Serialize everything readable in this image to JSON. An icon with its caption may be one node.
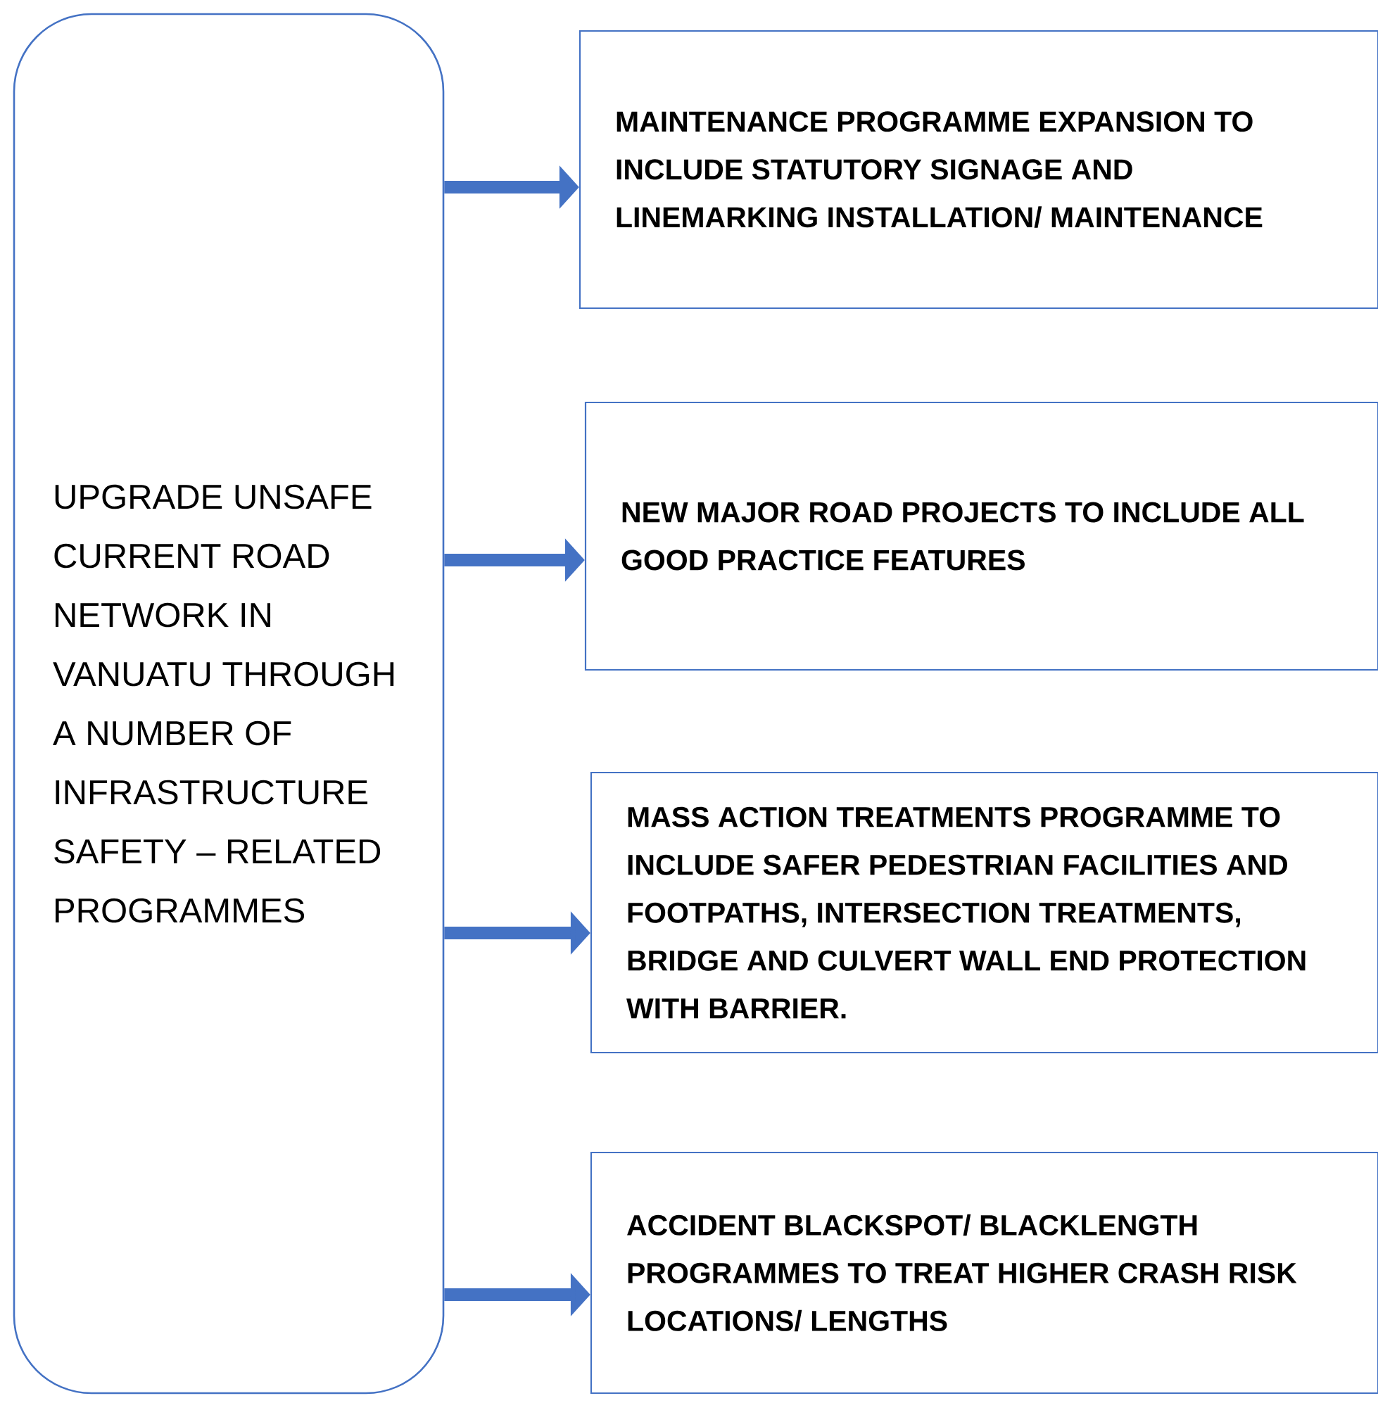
{
  "diagram": {
    "nodes": [
      {
        "text": [
          "UPGRADE UNSAFE CURRENT ROAD NETWORK IN VANUATU THROUGH A NUMBER OF INFRASTRUCTURE SAFETY – RELATED PROGRAMMES"
        ]
      },
      {
        "text": [
          "MAINTENANCE PROGRAMME EXPANSION TO INCLUDE STATUTORY SIGNAGE AND LINEMARKING INSTALLATION/ MAINTENANCE"
        ]
      },
      {
        "text": [
          "NEW MAJOR ROAD PROJECTS TO INCLUDE ALL GOOD PRACTICE FEATURES"
        ]
      },
      {
        "text": [
          "MASS ACTION TREATMENTS PROGRAMME TO INCLUDE SAFER PEDESTRIAN FACILITIES AND FOOTPATHS, INTERSECTION TREATMENTS, BRIDGE AND CULVERT WALL END PROTECTION WITH BARRIER."
        ]
      },
      {
        "text": [
          "ACCIDENT BLACKSPOT/ BLACKLENGTH PROGRAMMES TO TREAT HIGHER CRASH RISK LOCATIONS/ LENGTHS"
        ]
      }
    ],
    "edges": [
      {
        "from": 0,
        "to": 1,
        "arrow": "to"
      },
      {
        "from": 0,
        "to": 2,
        "arrow": "to"
      },
      {
        "from": 0,
        "to": 3,
        "arrow": "to"
      },
      {
        "from": 0,
        "to": 4,
        "arrow": "to"
      }
    ]
  }
}
